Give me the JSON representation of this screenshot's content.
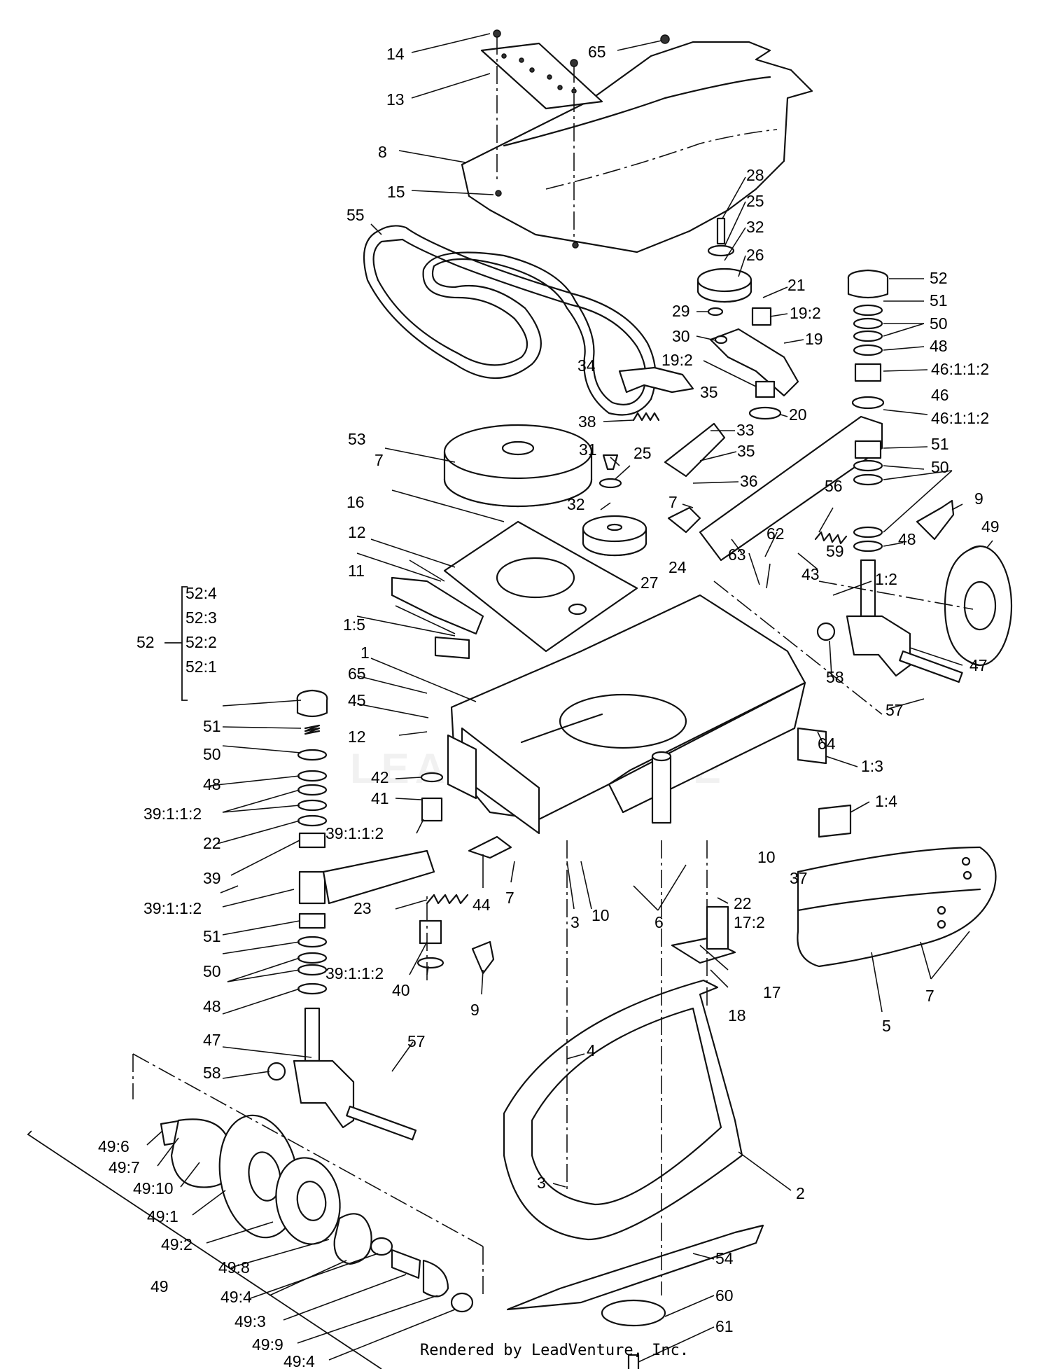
{
  "footer": "Rendered by LeadVenture, Inc.",
  "watermark": "LEADVENTURE",
  "callouts": [
    {
      "id": "c-14",
      "text": "14"
    },
    {
      "id": "c-65a",
      "text": "65"
    },
    {
      "id": "c-13",
      "text": "13"
    },
    {
      "id": "c-8",
      "text": "8"
    },
    {
      "id": "c-15",
      "text": "15"
    },
    {
      "id": "c-55",
      "text": "55"
    },
    {
      "id": "c-28",
      "text": "28"
    },
    {
      "id": "c-25a",
      "text": "25"
    },
    {
      "id": "c-32a",
      "text": "32"
    },
    {
      "id": "c-26",
      "text": "26"
    },
    {
      "id": "c-21",
      "text": "21"
    },
    {
      "id": "c-19-2a",
      "text": "19:2"
    },
    {
      "id": "c-29",
      "text": "29"
    },
    {
      "id": "c-30",
      "text": "30"
    },
    {
      "id": "c-19",
      "text": "19"
    },
    {
      "id": "c-34",
      "text": "34"
    },
    {
      "id": "c-19-2b",
      "text": "19:2"
    },
    {
      "id": "c-35a",
      "text": "35"
    },
    {
      "id": "c-20",
      "text": "20"
    },
    {
      "id": "c-38",
      "text": "38"
    },
    {
      "id": "c-33",
      "text": "33"
    },
    {
      "id": "c-53",
      "text": "53"
    },
    {
      "id": "c-31",
      "text": "31"
    },
    {
      "id": "c-25b",
      "text": "25"
    },
    {
      "id": "c-35b",
      "text": "35"
    },
    {
      "id": "c-7a",
      "text": "7"
    },
    {
      "id": "c-36",
      "text": "36"
    },
    {
      "id": "c-32b",
      "text": "32"
    },
    {
      "id": "c-7b",
      "text": "7"
    },
    {
      "id": "c-16",
      "text": "16"
    },
    {
      "id": "c-56",
      "text": "56"
    },
    {
      "id": "c-52a",
      "text": "52"
    },
    {
      "id": "c-51a",
      "text": "51"
    },
    {
      "id": "c-50a",
      "text": "50"
    },
    {
      "id": "c-48a",
      "text": "48"
    },
    {
      "id": "c-46-112a",
      "text": "46:1:1:2"
    },
    {
      "id": "c-46",
      "text": "46"
    },
    {
      "id": "c-46-112b",
      "text": "46:1:1:2"
    },
    {
      "id": "c-51b",
      "text": "51"
    },
    {
      "id": "c-50b",
      "text": "50"
    },
    {
      "id": "c-9a",
      "text": "9"
    },
    {
      "id": "c-49a",
      "text": "49"
    },
    {
      "id": "c-48b",
      "text": "48"
    },
    {
      "id": "c-59",
      "text": "59"
    },
    {
      "id": "c-62",
      "text": "62"
    },
    {
      "id": "c-12a",
      "text": "12"
    },
    {
      "id": "c-27",
      "text": "27"
    },
    {
      "id": "c-24",
      "text": "24"
    },
    {
      "id": "c-63",
      "text": "63"
    },
    {
      "id": "c-43",
      "text": "43"
    },
    {
      "id": "c-1-2",
      "text": "1:2"
    },
    {
      "id": "c-11",
      "text": "11"
    },
    {
      "id": "c-52-4",
      "text": "52:4"
    },
    {
      "id": "c-52-3",
      "text": "52:3"
    },
    {
      "id": "c-52b",
      "text": "52"
    },
    {
      "id": "c-52-2",
      "text": "52:2"
    },
    {
      "id": "c-52-1",
      "text": "52:1"
    },
    {
      "id": "c-1-5",
      "text": "1:5"
    },
    {
      "id": "c-1",
      "text": "1"
    },
    {
      "id": "c-65b",
      "text": "65"
    },
    {
      "id": "c-45",
      "text": "45"
    },
    {
      "id": "c-58a",
      "text": "58"
    },
    {
      "id": "c-47a",
      "text": "47"
    },
    {
      "id": "c-57a",
      "text": "57"
    },
    {
      "id": "c-64",
      "text": "64"
    },
    {
      "id": "c-1-3",
      "text": "1:3"
    },
    {
      "id": "c-51c",
      "text": "51"
    },
    {
      "id": "c-12b",
      "text": "12"
    },
    {
      "id": "c-50c",
      "text": "50"
    },
    {
      "id": "c-42",
      "text": "42"
    },
    {
      "id": "c-48c",
      "text": "48"
    },
    {
      "id": "c-41",
      "text": "41"
    },
    {
      "id": "c-39-112a",
      "text": "39:1:1:2"
    },
    {
      "id": "c-39-112b",
      "text": "39:1:1:2"
    },
    {
      "id": "c-22a",
      "text": "22"
    },
    {
      "id": "c-39",
      "text": "39"
    },
    {
      "id": "c-1-4",
      "text": "1:4"
    },
    {
      "id": "c-10a",
      "text": "10"
    },
    {
      "id": "c-37",
      "text": "37"
    },
    {
      "id": "c-23",
      "text": "23"
    },
    {
      "id": "c-44",
      "text": "44"
    },
    {
      "id": "c-7c",
      "text": "7"
    },
    {
      "id": "c-39-112c",
      "text": "39:1:1:2"
    },
    {
      "id": "c-3a",
      "text": "3"
    },
    {
      "id": "c-10b",
      "text": "10"
    },
    {
      "id": "c-6",
      "text": "6"
    },
    {
      "id": "c-22b",
      "text": "22"
    },
    {
      "id": "c-17-2",
      "text": "17:2"
    },
    {
      "id": "c-51d",
      "text": "51"
    },
    {
      "id": "c-50d",
      "text": "50"
    },
    {
      "id": "c-39-112d",
      "text": "39:1:1:2"
    },
    {
      "id": "c-40",
      "text": "40"
    },
    {
      "id": "c-17",
      "text": "17"
    },
    {
      "id": "c-7d",
      "text": "7"
    },
    {
      "id": "c-48d",
      "text": "48"
    },
    {
      "id": "c-9b",
      "text": "9"
    },
    {
      "id": "c-18",
      "text": "18"
    },
    {
      "id": "c-5",
      "text": "5"
    },
    {
      "id": "c-47b",
      "text": "47"
    },
    {
      "id": "c-4",
      "text": "4"
    },
    {
      "id": "c-58b",
      "text": "58"
    },
    {
      "id": "c-57b",
      "text": "57"
    },
    {
      "id": "c-49-6",
      "text": "49:6"
    },
    {
      "id": "c-49-7",
      "text": "49:7"
    },
    {
      "id": "c-49-10",
      "text": "49:10"
    },
    {
      "id": "c-49-1",
      "text": "49:1"
    },
    {
      "id": "c-3b",
      "text": "3"
    },
    {
      "id": "c-2",
      "text": "2"
    },
    {
      "id": "c-49-2",
      "text": "49:2"
    },
    {
      "id": "c-49-8",
      "text": "49:8"
    },
    {
      "id": "c-54",
      "text": "54"
    },
    {
      "id": "c-49b",
      "text": "49"
    },
    {
      "id": "c-49-4a",
      "text": "49:4"
    },
    {
      "id": "c-49-3",
      "text": "49:3"
    },
    {
      "id": "c-60",
      "text": "60"
    },
    {
      "id": "c-61",
      "text": "61"
    },
    {
      "id": "c-49-9",
      "text": "49:9"
    },
    {
      "id": "c-49-4b",
      "text": "49:4"
    }
  ]
}
